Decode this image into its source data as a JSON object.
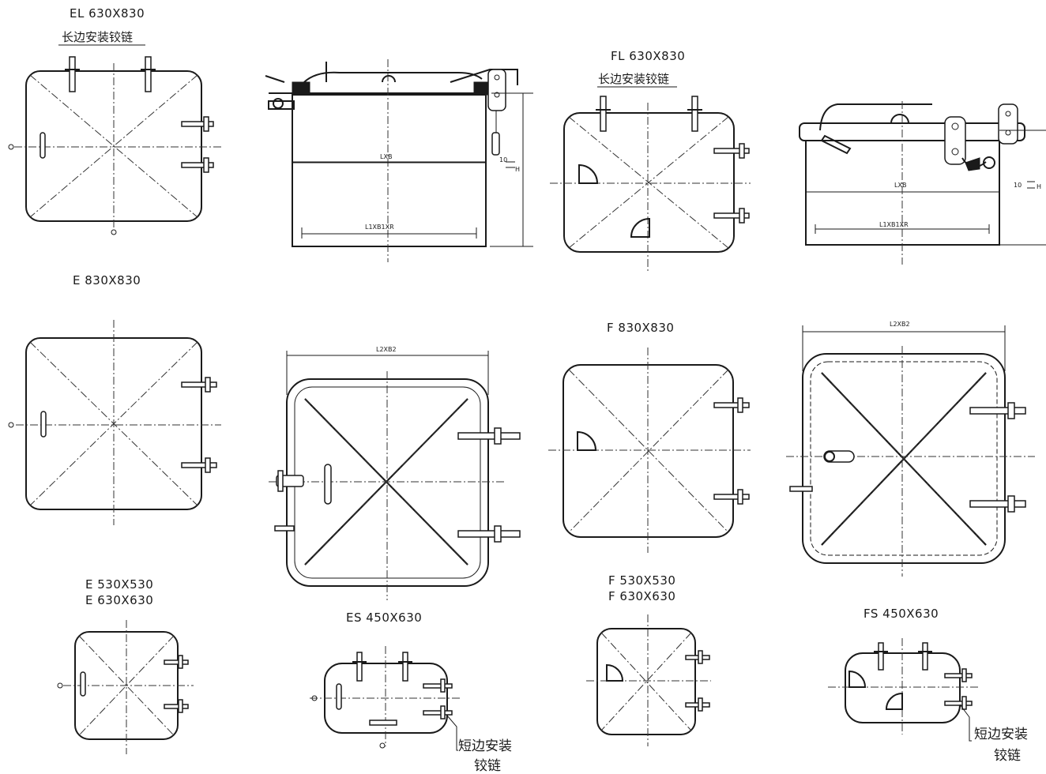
{
  "labels": {
    "el_title": "EL 630X830",
    "el_note": "长边安装铰链",
    "fl_title": "FL 630X830",
    "fl_note": "长边安装铰链",
    "e830_title": "E 830X830",
    "f830_title": "F 830X830",
    "e530_title": "E 530X530",
    "e630_title": "E 630X630",
    "es_title": "ES 450X630",
    "f530_title": "F 530X530",
    "f630_title": "F 630X630",
    "fs_title": "FS 450X630",
    "short_note_1": "短边安装",
    "short_note_2": "铰链"
  },
  "dimensions": {
    "lxb": "LXB",
    "l1xb1xr": "L1XB1XR",
    "l2xb2": "L2XB2",
    "h": "H",
    "ten": "10"
  }
}
